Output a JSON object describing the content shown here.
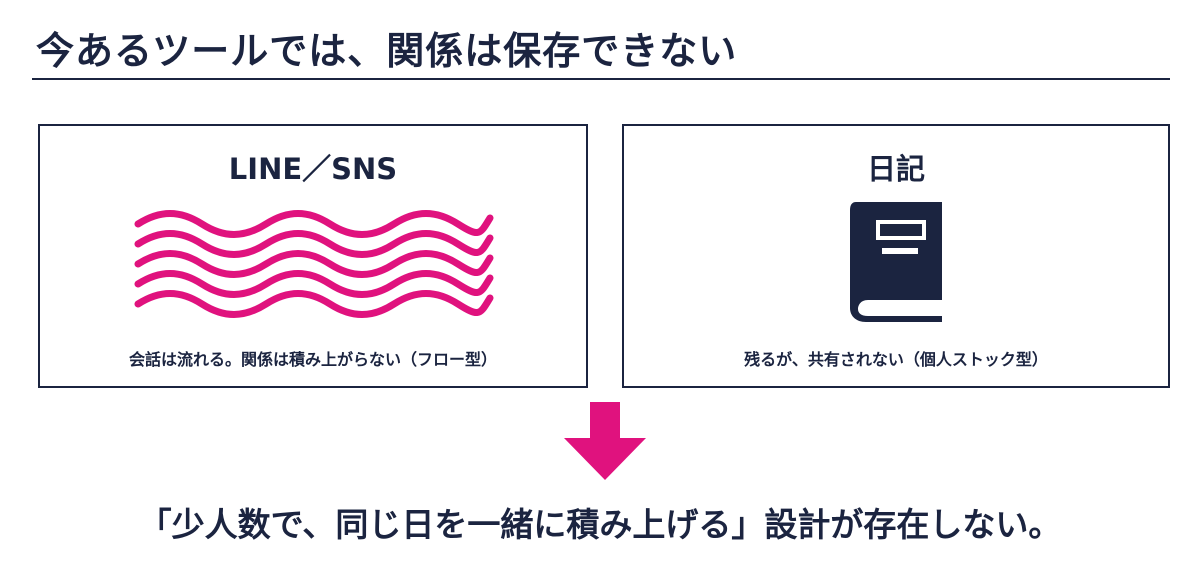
{
  "page": {
    "title": "今あるツールでは、関係は保存できない"
  },
  "cards": {
    "left": {
      "title": "LINE／SNS",
      "caption": "会話は流れる。関係は積み上がらない（フロー型）",
      "icon": "waves-icon"
    },
    "right": {
      "title": "日記",
      "caption": "残るが、共有されない（個人ストック型）",
      "icon": "book-icon"
    }
  },
  "arrow": {
    "icon": "arrow-down-icon"
  },
  "conclusion": {
    "text": "「少人数で、同じ日を一緒に積み上げる」設計が存在しない。"
  },
  "colors": {
    "navy": "#1b2440",
    "accent": "#e0127e",
    "background": "#ffffff"
  }
}
